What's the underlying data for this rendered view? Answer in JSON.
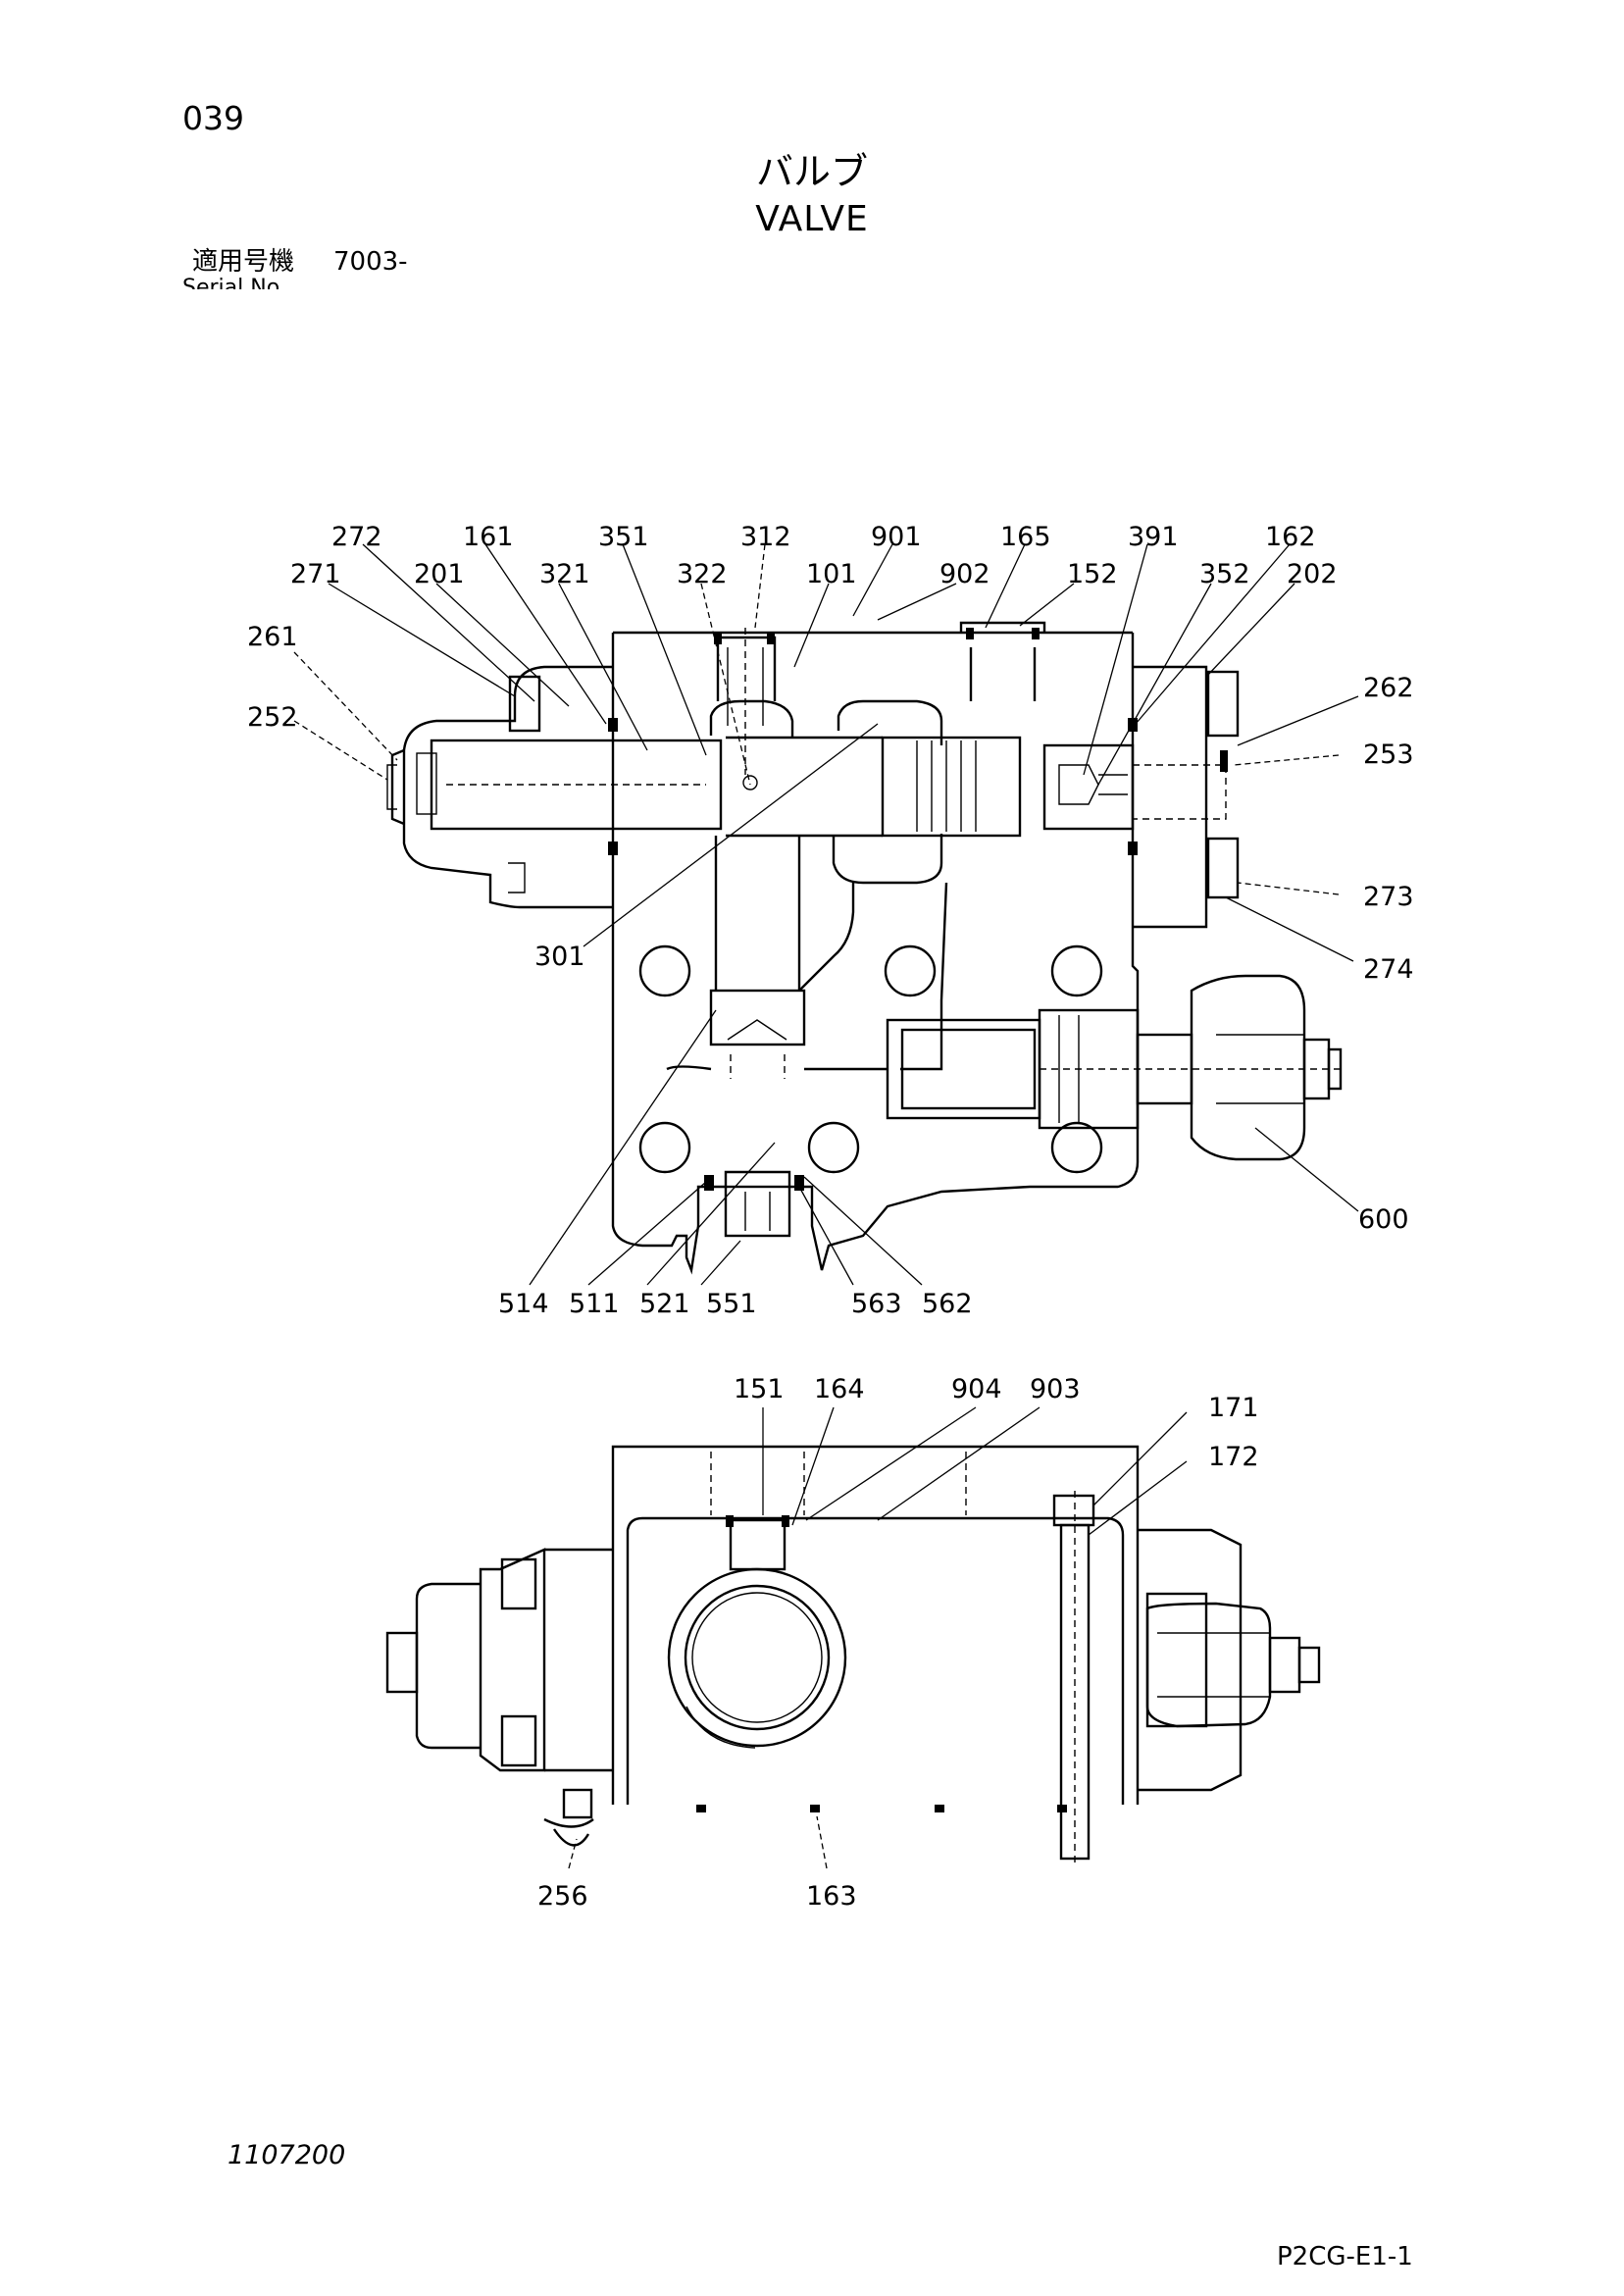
{
  "header": {
    "page_number": "039",
    "title_jp": "バルブ",
    "title_en": "VALVE",
    "serial_label": "適用号機",
    "serial_value": "7003-",
    "serial_label_en": "Serial No."
  },
  "footer": {
    "drawing_number": "1107200",
    "figure_code": "P2CG-E1-1"
  },
  "callouts": {
    "c272": "272",
    "c161": "161",
    "c351": "351",
    "c312": "312",
    "c901": "901",
    "c165": "165",
    "c391": "391",
    "c162": "162",
    "c271": "271",
    "c201": "201",
    "c321": "321",
    "c322": "322",
    "c101": "101",
    "c902": "902",
    "c152": "152",
    "c352": "352",
    "c202": "202",
    "c261": "261",
    "c252": "252",
    "c262": "262",
    "c253": "253",
    "c273": "273",
    "c274": "274",
    "c301": "301",
    "c600": "600",
    "c514": "514",
    "c511": "511",
    "c521": "521",
    "c551": "551",
    "c563": "563",
    "c562": "562",
    "c151": "151",
    "c164": "164",
    "c904": "904",
    "c903": "903",
    "c171": "171",
    "c172": "172",
    "c256": "256",
    "c163": "163"
  }
}
